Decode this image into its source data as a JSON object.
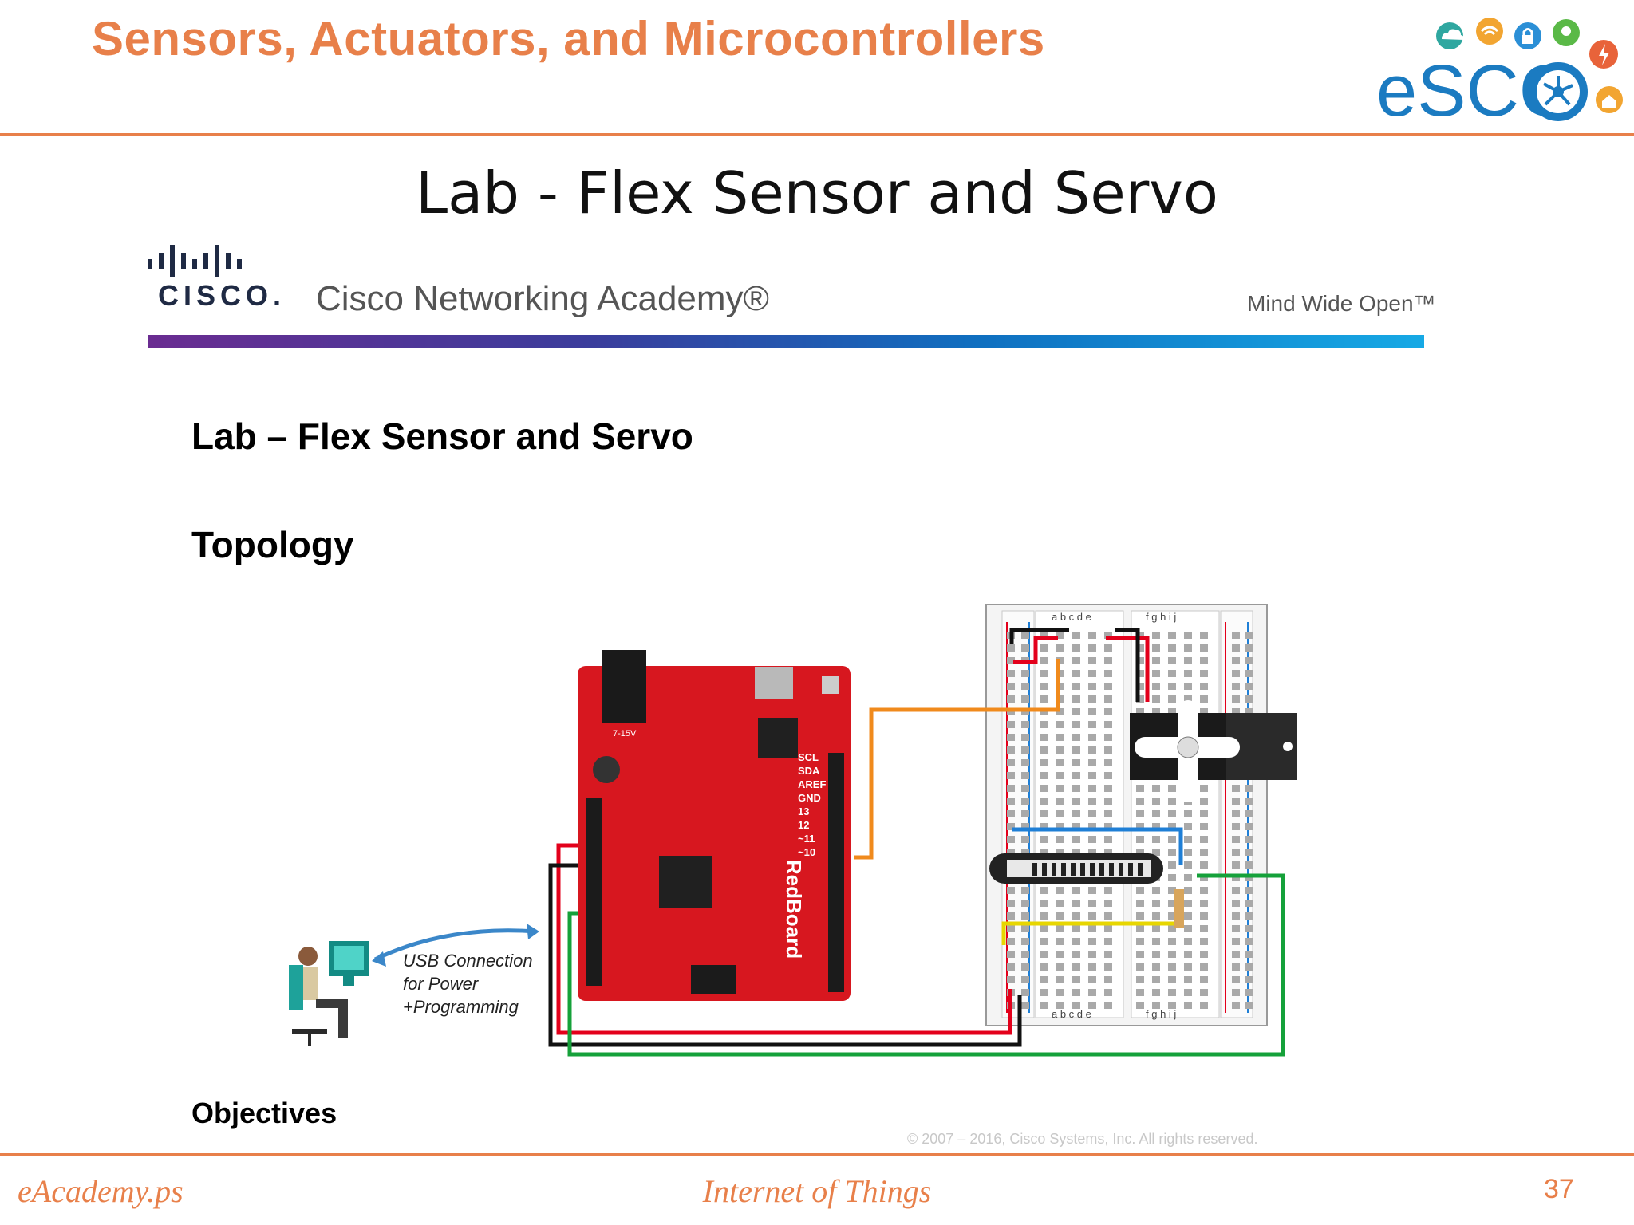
{
  "header": {
    "title": "Sensors, Actuators, and Microcontrollers",
    "logo_text": "eSCO"
  },
  "slide_title": "Lab - Flex Sensor and Servo",
  "cisco_banner": {
    "wordmark": "CISCO.",
    "academy": "Cisco Networking Academy®",
    "tagline": "Mind Wide Open™"
  },
  "document": {
    "title": "Lab – Flex Sensor and Servo",
    "topology_heading": "Topology",
    "objectives_heading": "Objectives",
    "copyright": "© 2007 – 2016, Cisco Systems, Inc. All rights reserved."
  },
  "topology": {
    "usb_label": [
      "USB Connection",
      "for Power",
      "+Programming"
    ],
    "board_name": "RedBoard",
    "board_voltage": "7-15V",
    "board_pins": [
      "SCL",
      "SDA",
      "AREF",
      "GND",
      "13",
      "12",
      "~11",
      "~10"
    ],
    "breadboard_cols_left": "a b c d e",
    "breadboard_cols_right": "f g h i j",
    "wire_colors": {
      "red": "#e3001b",
      "black": "#111111",
      "green": "#15a13a",
      "orange": "#f08a1c",
      "blue": "#1f7fd6",
      "yellow": "#e7d600"
    }
  },
  "footer": {
    "left": "eAcademy.ps",
    "center": "Internet of Things",
    "page_number": "37"
  },
  "colors": {
    "accent": "#E8804A",
    "logo_blue": "#1b7bc1",
    "board_red": "#d7171f"
  }
}
